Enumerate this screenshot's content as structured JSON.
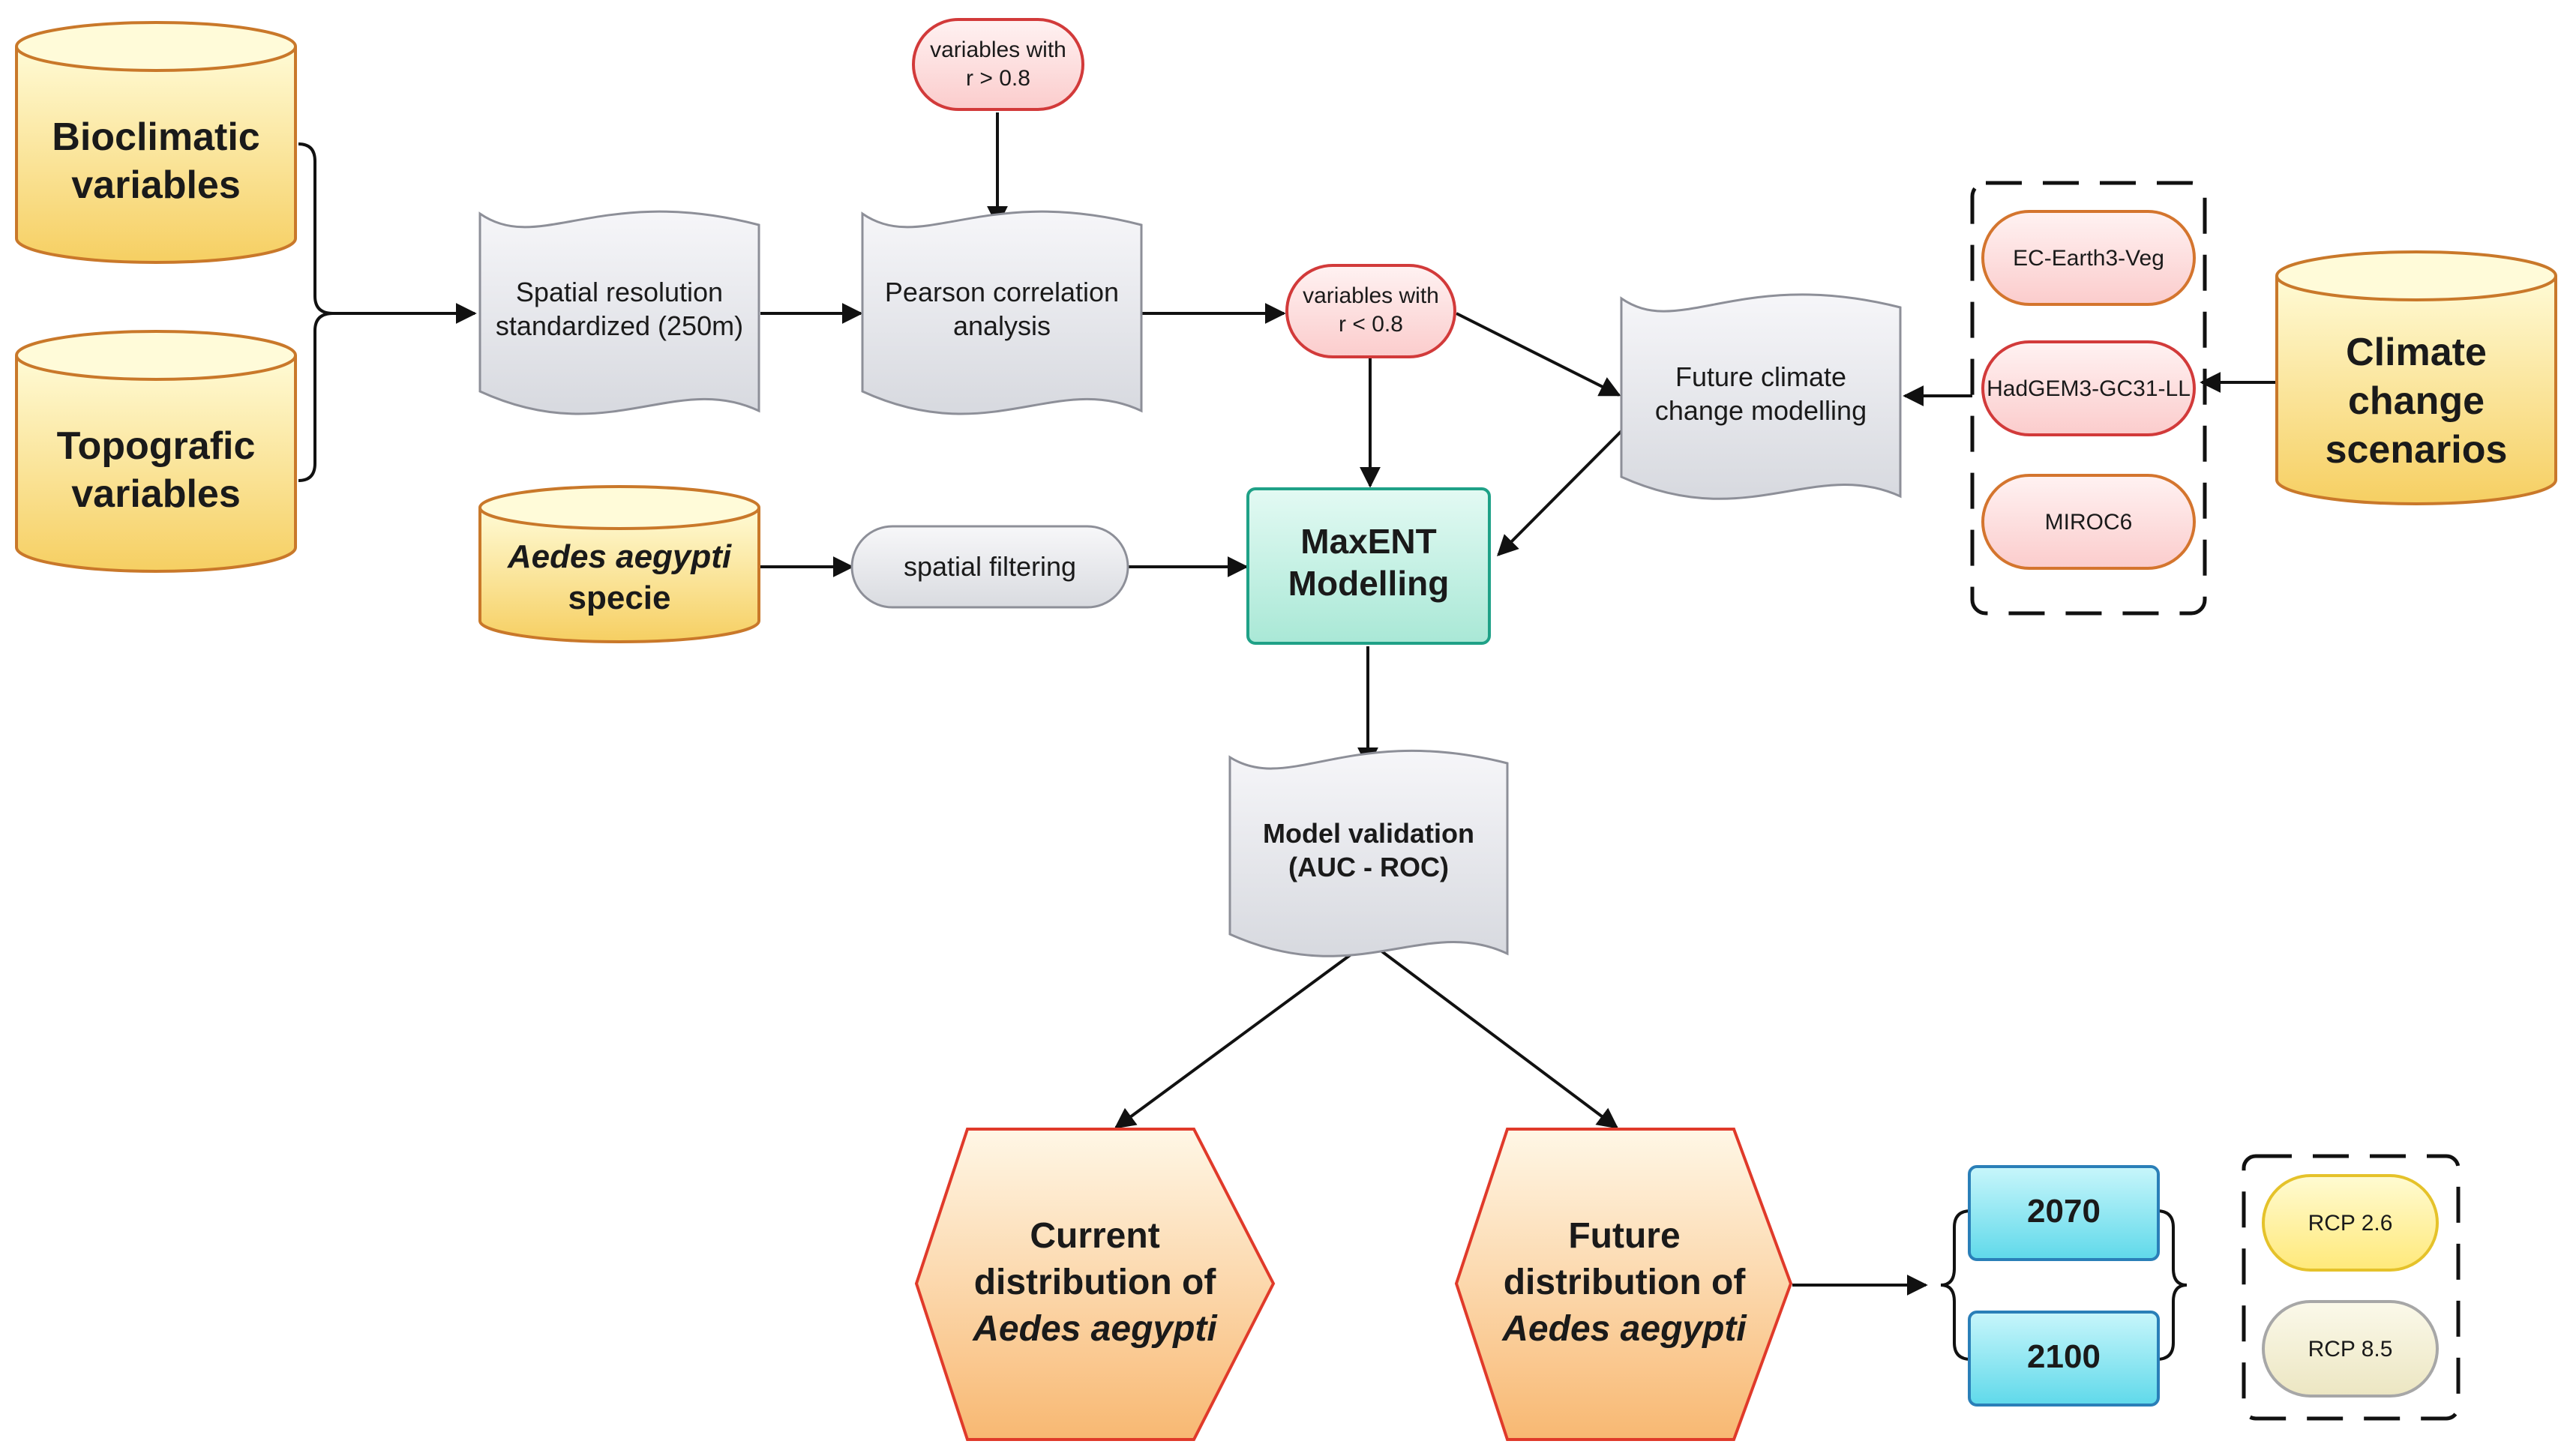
{
  "colors": {
    "database_fill_top": "#fff9c8",
    "database_fill_bottom": "#f7d46a",
    "database_stroke": "#c9782a",
    "document_fill": "#e8e9ee",
    "document_stroke": "#8d8f98",
    "red_terminal_fill": "#fde1e1",
    "red_terminal_stroke": "#d23a3a",
    "gcm_fill": "#fde3e3",
    "gcm_stroke": "#d4752e",
    "maxent_fill": "#cff3e9",
    "maxent_stroke": "#1fa187",
    "hex_fill_top": "#fff4dc",
    "hex_fill_bottom": "#f9c07f",
    "hex_stroke": "#e03a2a",
    "year_fill": "#8de8f2",
    "year_stroke": "#2a7fb8",
    "rcp26_fill": "#fff3a8",
    "rcp26_stroke": "#e5c22a",
    "rcp85_fill": "#f4f0d8",
    "rcp85_stroke": "#a7a7a7"
  },
  "inputs": {
    "bioclimatic": [
      "Bioclimatic",
      "variables"
    ],
    "topografic": [
      "Topografic",
      "variables"
    ],
    "species": [
      "Aedes aegypti",
      "specie"
    ],
    "climate_scenarios": [
      "Climate",
      "change",
      "scenarios"
    ]
  },
  "steps": {
    "spatial_resolution": [
      "Spatial resolution",
      "standardized (250m)"
    ],
    "pearson": [
      "Pearson correlation",
      "analysis"
    ],
    "future_modelling": [
      "Future climate",
      "change modelling"
    ],
    "model_validation": [
      "Model validation",
      "(AUC - ROC)"
    ],
    "spatial_filtering": "spatial filtering",
    "maxent": [
      "MaxENT",
      "Modelling"
    ]
  },
  "filters": {
    "high_corr": [
      "variables with",
      "r > 0.8"
    ],
    "low_corr": [
      "variables with",
      "r < 0.8"
    ]
  },
  "gcms": [
    "EC-Earth3-Veg",
    "HadGEM3-GC31-LL",
    "MIROC6"
  ],
  "outputs": {
    "current": [
      "Current",
      "distribution of",
      "Aedes aegypti"
    ],
    "future": [
      "Future",
      "distribution of",
      "Aedes aegypti"
    ]
  },
  "years": [
    "2070",
    "2100"
  ],
  "rcps": [
    "RCP 2.6",
    "RCP 8.5"
  ]
}
